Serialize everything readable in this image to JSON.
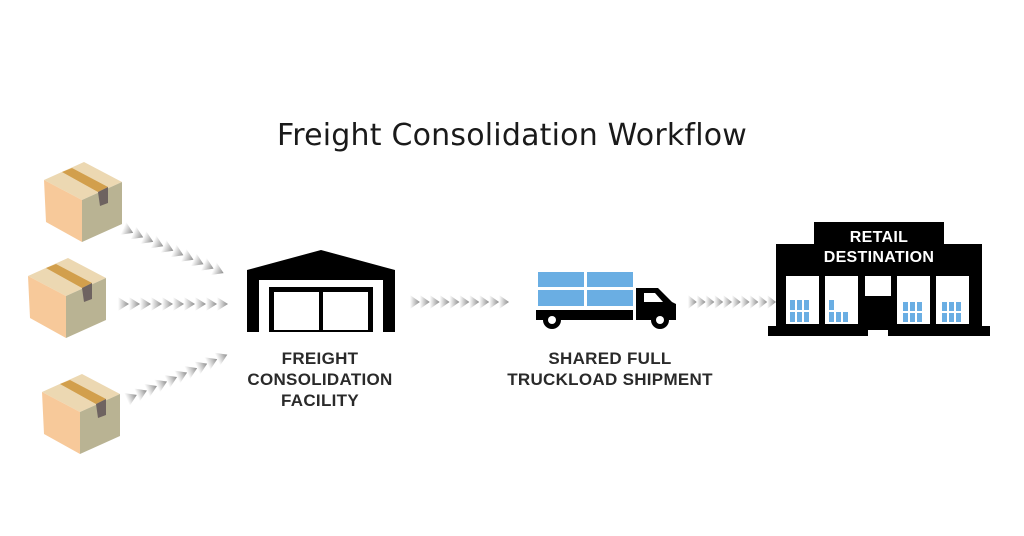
{
  "title": "Freight Consolidation Workflow",
  "nodes": [
    {
      "id": "packages",
      "label": "",
      "icon": "package-box-icon",
      "count": 3
    },
    {
      "id": "facility",
      "label_lines": [
        "FREIGHT",
        "CONSOLIDATION",
        "FACILITY"
      ],
      "icon": "warehouse-icon"
    },
    {
      "id": "truck",
      "label_lines": [
        "SHARED FULL",
        "TRUCKLOAD SHIPMENT"
      ],
      "icon": "truck-icon"
    },
    {
      "id": "retail",
      "sign_lines": [
        "RETAIL",
        "DESTINATION"
      ],
      "icon": "storefront-icon"
    }
  ],
  "edges": [
    {
      "from": "package-1",
      "to": "facility",
      "style": "chevron-arrows"
    },
    {
      "from": "package-2",
      "to": "facility",
      "style": "chevron-arrows"
    },
    {
      "from": "package-3",
      "to": "facility",
      "style": "chevron-arrows"
    },
    {
      "from": "facility",
      "to": "truck",
      "style": "chevron-arrows"
    },
    {
      "from": "truck",
      "to": "retail",
      "style": "chevron-arrows"
    }
  ],
  "colors": {
    "icon_black": "#000000",
    "cargo_blue": "#6aaee3",
    "box_front": "#f7c99a",
    "box_side": "#b9b393",
    "box_top": "#ecd8b2",
    "box_tape": "#d29f4c",
    "arrow_gray": "#8c8c8c"
  }
}
